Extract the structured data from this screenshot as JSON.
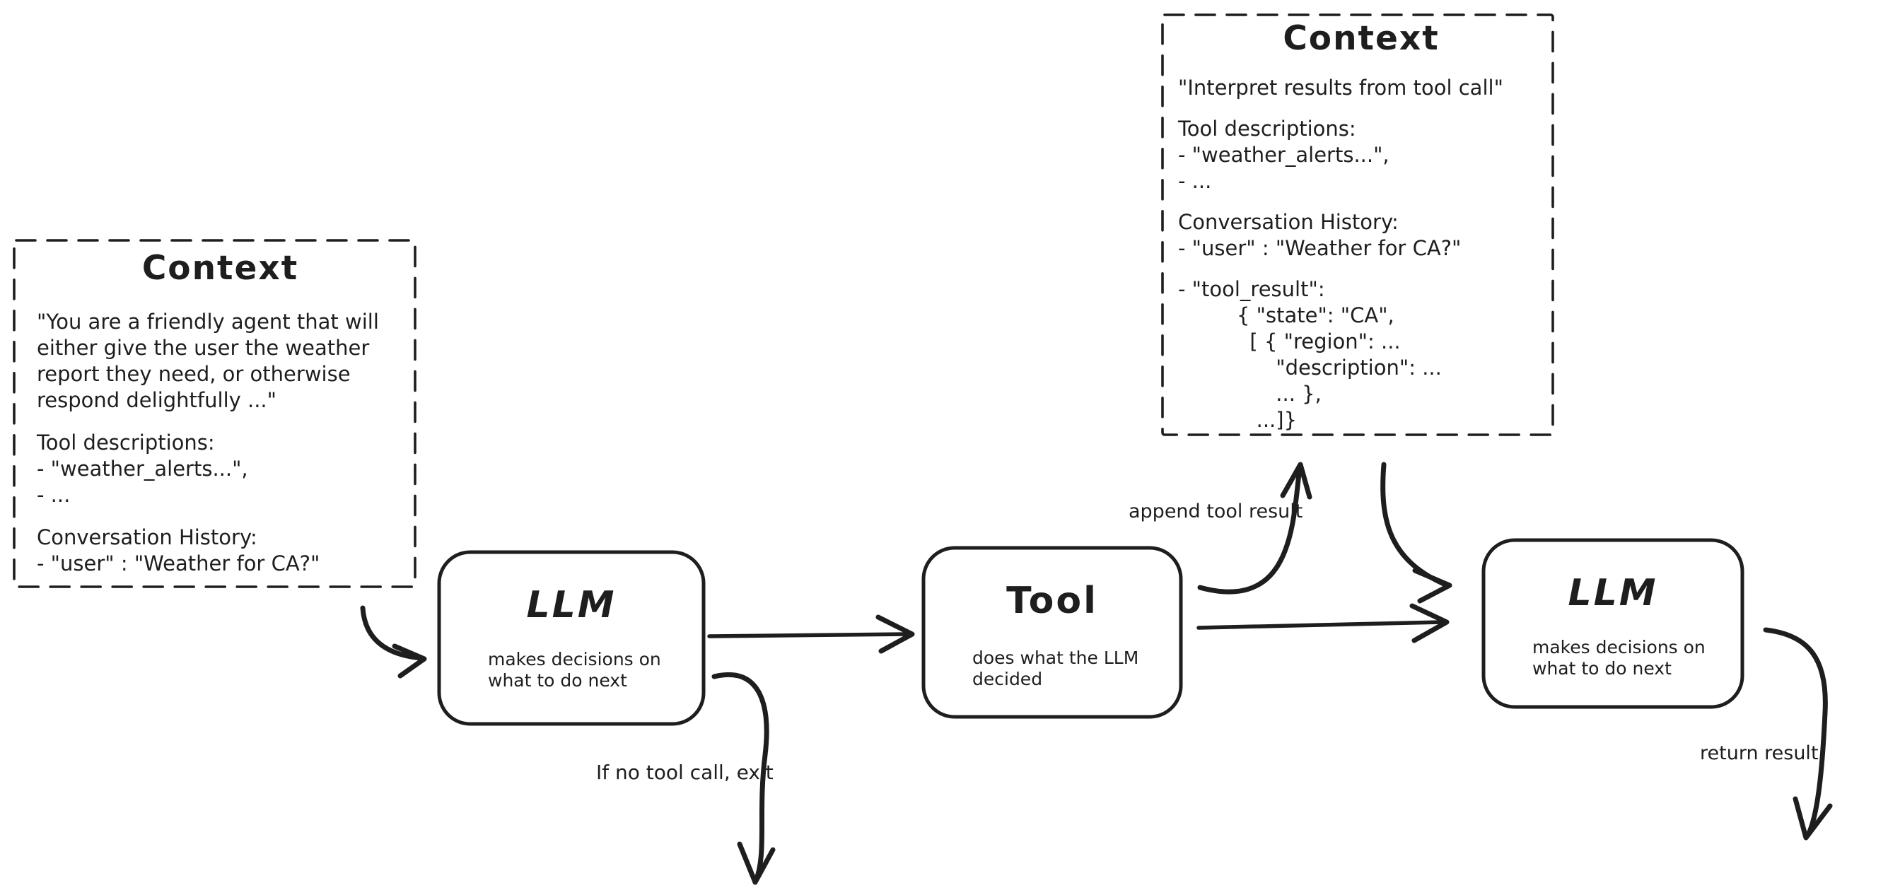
{
  "diagram": {
    "colors": {
      "ink": "#1e1e1e",
      "background": "#ffffff"
    },
    "context_left": {
      "title": "Context",
      "sections": [
        "\"You are a friendly agent that will\neither give the user the weather\nreport they need, or otherwise\nrespond delightfully ...\"",
        "Tool descriptions:\n- \"weather_alerts...\",\n- ...",
        "Conversation History:\n- \"user\" : \"Weather for CA?\""
      ]
    },
    "context_top": {
      "title": "Context",
      "sections": [
        "\"Interpret results from tool call\"",
        "Tool descriptions:\n- \"weather_alerts...\",\n- ...",
        "Conversation History:\n- \"user\" : \"Weather for CA?\"",
        "- \"tool_result\":\n         { \"state\": \"CA\",\n           [ { \"region\": ...\n               \"description\": ...\n               ... },\n            ...]}"
      ]
    },
    "nodes": {
      "llm1": {
        "title": "LLM",
        "desc": "makes decisions on\nwhat to do next"
      },
      "tool": {
        "title": "Tool",
        "desc": "does what the LLM\ndecided"
      },
      "llm2": {
        "title": "LLM",
        "desc": "makes decisions on\nwhat to do next"
      }
    },
    "edge_labels": {
      "append_tool_result": "append tool result",
      "if_no_tool_call": "If no tool call, exit",
      "return_result": "return result"
    }
  }
}
